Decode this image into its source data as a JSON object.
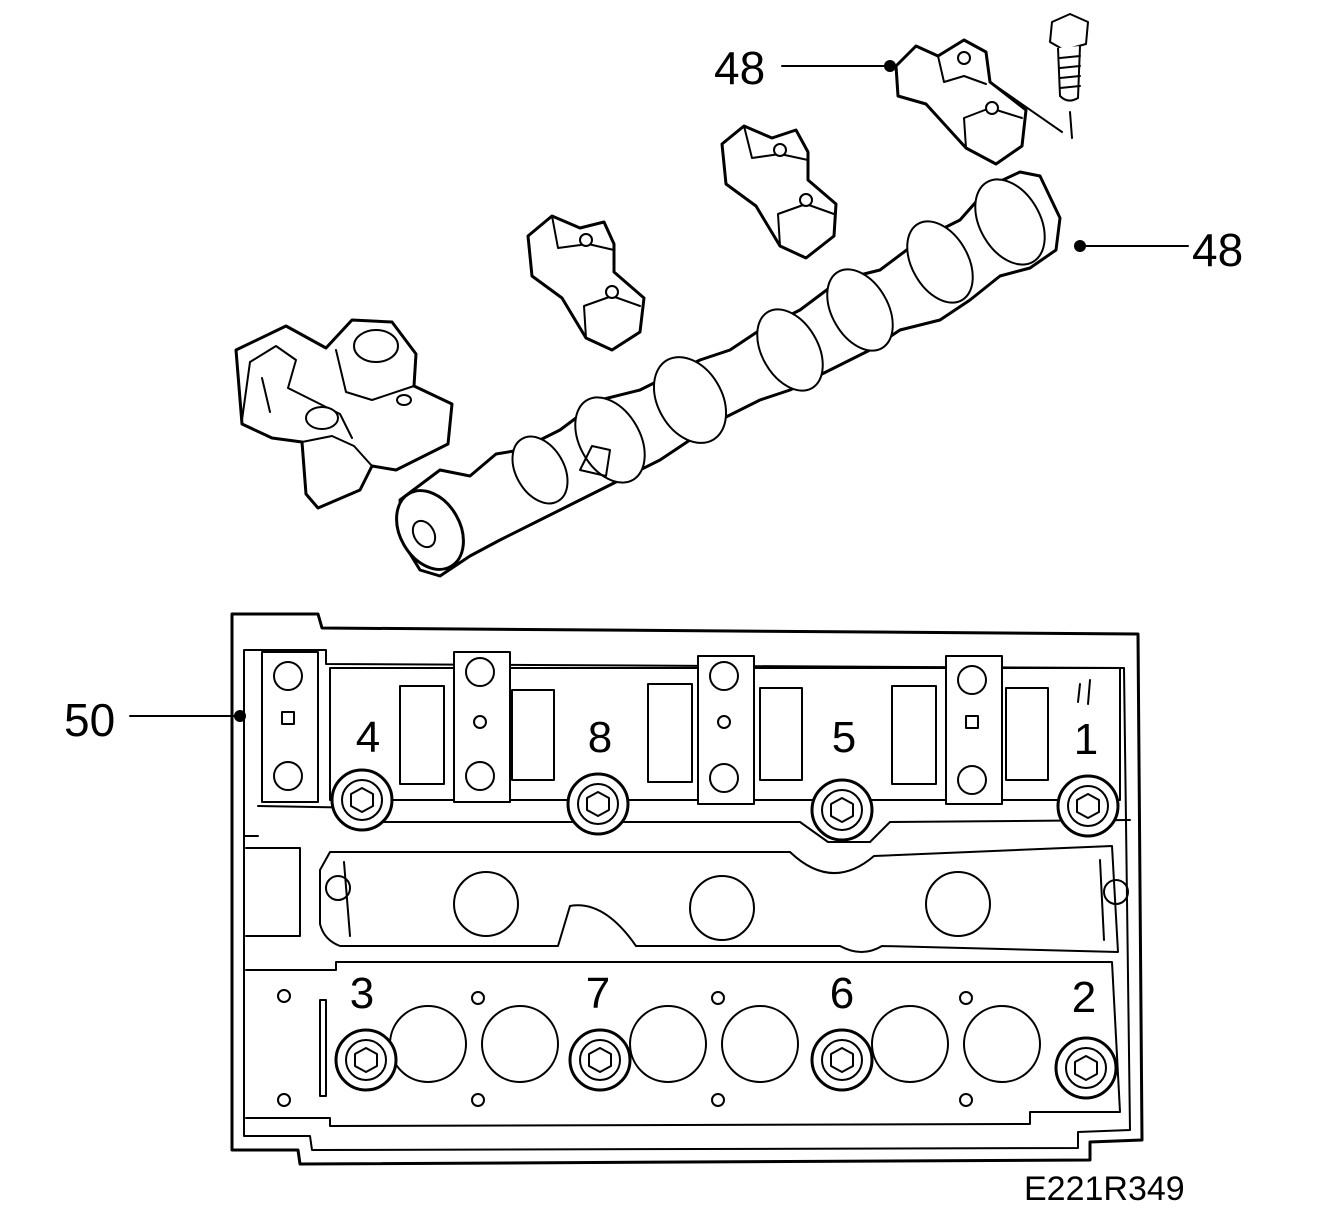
{
  "callouts": {
    "cap_bearing_cap": "48",
    "camshaft": "48",
    "cylinder_head": "50"
  },
  "tightening_sequence": [
    "1",
    "2",
    "3",
    "4",
    "5",
    "6",
    "7",
    "8"
  ],
  "figure_code": "E221R349",
  "colors": {
    "line": "#000000",
    "background": "#ffffff"
  }
}
